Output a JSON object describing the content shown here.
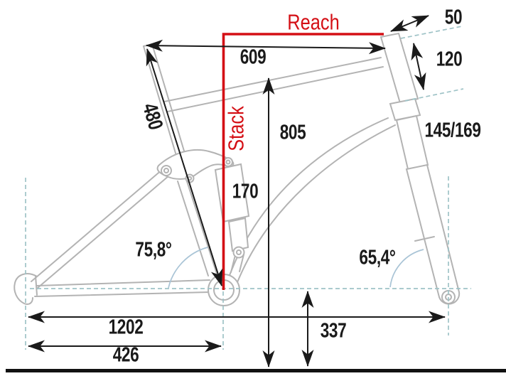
{
  "diagram": {
    "type": "bike-frame-geometry",
    "colors": {
      "accent_red": "#d40f15",
      "frame_gray": "#b3b3b3",
      "dash_teal": "#9fc3c7",
      "arc_blue": "#a9c4d6",
      "ink": "#1a1a1a"
    },
    "labels": {
      "reach": "Reach",
      "stack": "Stack",
      "top_tube_length": "609",
      "spacer_offset": "50",
      "head_tube_length": "120",
      "seat_tube_length": "480",
      "standover_height": "805",
      "shock_length": "170",
      "fork_travel": "145/169",
      "seat_tube_angle": "75,8°",
      "head_tube_angle": "65,4°",
      "wheelbase": "1202",
      "chainstay_length": "426",
      "bb_height": "337"
    }
  }
}
